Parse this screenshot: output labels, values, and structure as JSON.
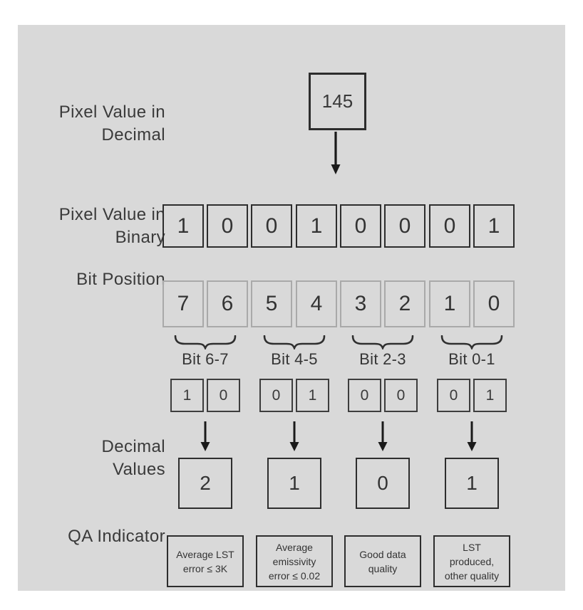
{
  "colors": {
    "panel_bg": "#d9d9d9",
    "dark_border": "#2d2d2d",
    "light_border": "#a9a9a9",
    "text": "#383838"
  },
  "decimal_row": {
    "label_line1": "Pixel Value in",
    "label_line2": "Decimal",
    "value": "145"
  },
  "binary_row": {
    "label_line1": "Pixel Value in",
    "label_line2": "Binary",
    "bits": [
      "1",
      "0",
      "0",
      "1",
      "0",
      "0",
      "0",
      "1"
    ]
  },
  "bit_position_row": {
    "label": "Bit Position",
    "positions": [
      "7",
      "6",
      "5",
      "4",
      "3",
      "2",
      "1",
      "0"
    ]
  },
  "groups": [
    {
      "label": "Bit 6-7",
      "bits": [
        "1",
        "0"
      ],
      "decimal_value": "2",
      "qa_lines": [
        "Average LST",
        "error ≤ 3K"
      ]
    },
    {
      "label": "Bit 4-5",
      "bits": [
        "0",
        "1"
      ],
      "decimal_value": "1",
      "qa_lines": [
        "Average",
        "emissivity",
        "error ≤ 0.02"
      ]
    },
    {
      "label": "Bit 2-3",
      "bits": [
        "0",
        "0"
      ],
      "decimal_value": "0",
      "qa_lines": [
        "Good data",
        "quality"
      ]
    },
    {
      "label": "Bit 0-1",
      "bits": [
        "0",
        "1"
      ],
      "decimal_value": "1",
      "qa_lines": [
        "LST",
        "produced,",
        "other quality"
      ]
    }
  ],
  "decimal_values_row": {
    "label_line1": "Decimal",
    "label_line2": "Values"
  },
  "qa_row": {
    "label": "QA Indicator"
  }
}
